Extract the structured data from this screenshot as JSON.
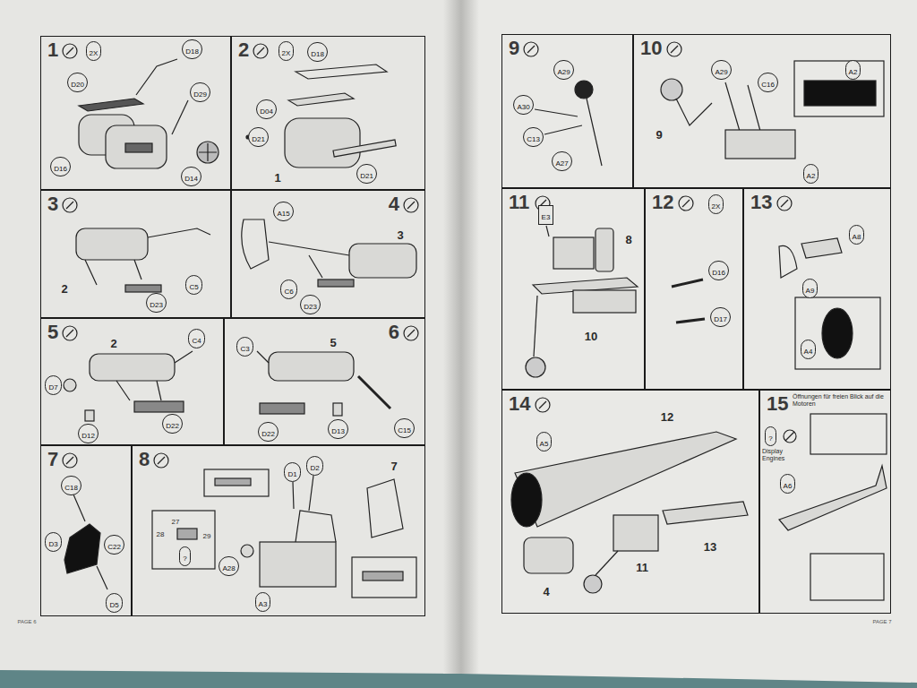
{
  "diagram": {
    "nodes": [
      {
        "text": [
          "1"
        ]
      },
      {
        "text": [
          "2X"
        ],
        "in": 0
      },
      {
        "text": [
          "D18"
        ],
        "in": 0
      },
      {
        "text": [
          "D20"
        ],
        "in": 0
      },
      {
        "text": [
          "D29"
        ],
        "in": 0
      },
      {
        "text": [
          "D16"
        ],
        "in": 0
      },
      {
        "text": [
          "D14"
        ],
        "in": 0
      },
      {
        "text": [
          "2"
        ]
      },
      {
        "text": [
          "2X"
        ],
        "in": 7
      },
      {
        "text": [
          "D18"
        ],
        "in": 7
      },
      {
        "text": [
          "D04"
        ],
        "in": 7
      },
      {
        "text": [
          "D21"
        ],
        "in": 7
      },
      {
        "text": [
          "D21"
        ],
        "in": 7
      },
      {
        "text": [
          "3"
        ]
      },
      {
        "text": [
          "C5"
        ],
        "in": 13
      },
      {
        "text": [
          "D23"
        ],
        "in": 13
      },
      {
        "text": [
          "4"
        ]
      },
      {
        "text": [
          "A15"
        ],
        "in": 16
      },
      {
        "text": [
          "C6"
        ],
        "in": 16
      },
      {
        "text": [
          "D23"
        ],
        "in": 16
      },
      {
        "text": [
          "5"
        ]
      },
      {
        "text": [
          "C4"
        ],
        "in": 20
      },
      {
        "text": [
          "D7"
        ],
        "in": 20
      },
      {
        "text": [
          "D12"
        ],
        "in": 20
      },
      {
        "text": [
          "D22"
        ],
        "in": 20
      },
      {
        "text": [
          "6"
        ]
      },
      {
        "text": [
          "C3"
        ],
        "in": 25
      },
      {
        "text": [
          "D22"
        ],
        "in": 25
      },
      {
        "text": [
          "D13"
        ],
        "in": 25
      },
      {
        "text": [
          "C15"
        ],
        "in": 25
      },
      {
        "text": [
          "7"
        ]
      },
      {
        "text": [
          "C18"
        ],
        "in": 30
      },
      {
        "text": [
          "D3"
        ],
        "in": 30
      },
      {
        "text": [
          "C22"
        ],
        "in": 30
      },
      {
        "text": [
          "D5"
        ],
        "in": 30
      },
      {
        "text": [
          "8"
        ]
      },
      {
        "text": [
          "D1"
        ],
        "in": 35
      },
      {
        "text": [
          "D2"
        ],
        "in": 35
      },
      {
        "text": [
          "?"
        ],
        "in": 35
      },
      {
        "text": [
          "A28"
        ],
        "in": 35
      },
      {
        "text": [
          "A3"
        ],
        "in": 35
      },
      {
        "text": [
          "9"
        ]
      },
      {
        "text": [
          "A29"
        ],
        "in": 41
      },
      {
        "text": [
          "A30"
        ],
        "in": 41
      },
      {
        "text": [
          "C13"
        ],
        "in": 41
      },
      {
        "text": [
          "A27"
        ],
        "in": 41
      },
      {
        "text": [
          "10"
        ]
      },
      {
        "text": [
          "A29"
        ],
        "in": 46
      },
      {
        "text": [
          "C16"
        ],
        "in": 46
      },
      {
        "text": [
          "A2"
        ],
        "in": 46
      },
      {
        "text": [
          "A2"
        ],
        "in": 46
      },
      {
        "text": [
          "11"
        ]
      },
      {
        "text": [
          "E3"
        ],
        "in": 51
      },
      {
        "text": [
          "12"
        ]
      },
      {
        "text": [
          "2X"
        ],
        "in": 53
      },
      {
        "text": [
          "D16"
        ],
        "in": 53
      },
      {
        "text": [
          "D17"
        ],
        "in": 53
      },
      {
        "text": [
          "13"
        ]
      },
      {
        "text": [
          "A8"
        ],
        "in": 57
      },
      {
        "text": [
          "A9"
        ],
        "in": 57
      },
      {
        "text": [
          "A4"
        ],
        "in": 57
      },
      {
        "text": [
          "14"
        ]
      },
      {
        "text": [
          "A5"
        ],
        "in": 61
      },
      {
        "text": [
          "15"
        ]
      },
      {
        "text": [
          "?"
        ],
        "in": 63
      },
      {
        "text": [
          "A6"
        ],
        "in": 63
      }
    ],
    "labels": [
      "1",
      "2",
      "3",
      "2",
      "5",
      "7",
      "27",
      "28",
      "29",
      "9",
      "8",
      "10",
      "12",
      "4",
      "11",
      "13",
      "Öffnungen für freien Blick auf die Motoren",
      "Display Engines",
      "PAGE 6",
      "PAGE 7"
    ]
  }
}
